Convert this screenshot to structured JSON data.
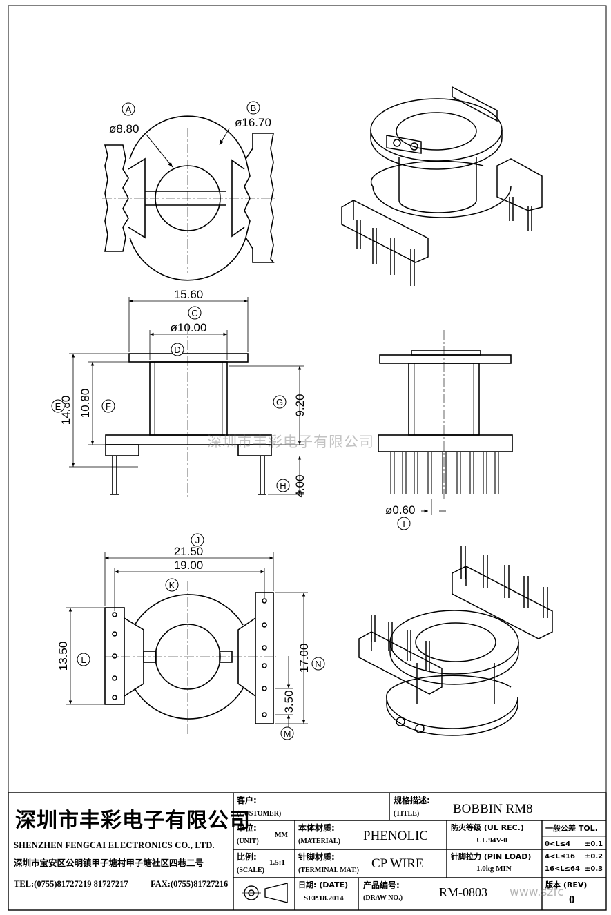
{
  "views": {
    "top": {
      "dim_a": "ø8.80",
      "dim_b": "ø16.70",
      "marker_a": "A",
      "marker_b": "B"
    },
    "front": {
      "width_outer": "15.60",
      "width_inner": "ø10.00",
      "height_total": "14.80",
      "height_inner": "10.80",
      "height_body": "9.20",
      "pin_length": "4.00",
      "marker_c": "C",
      "marker_d": "D",
      "marker_e": "E",
      "marker_f": "F",
      "marker_g": "G",
      "marker_h": "H"
    },
    "side": {
      "pin_dia": "ø0.60",
      "marker_i": "I"
    },
    "bottom": {
      "width_outer": "21.50",
      "width_inner": "19.00",
      "height_left": "13.50",
      "height_right": "17.00",
      "pitch": "3.50",
      "marker_j": "J",
      "marker_k": "K",
      "marker_l": "L",
      "marker_m": "M",
      "marker_n": "N"
    }
  },
  "watermark": "深圳市丰彩电子有限公司",
  "watermark_url": "www.szfc",
  "title_block": {
    "company_cn": "深圳市丰彩电子有限公司",
    "company_en": "SHENZHEN FENGCAI ELECTRONICS CO., LTD.",
    "address": "深圳市宝安区公明镇甲子塘村甲子塘社区四巷二号",
    "tel": "TEL:(0755)81727219  81727217",
    "fax": "FAX:(0755)81727216",
    "customer_label": "客户:",
    "customer_label_en": "(CUSTOMER)",
    "title_label": "规格描述:",
    "title_label_en": "(TITLE)",
    "title_value": "BOBBIN RM8",
    "unit_label": "单位:",
    "unit_label_en": "(UNIT)",
    "unit_value": "MM",
    "material_label": "本体材质:",
    "material_label_en": "(MATERIAL)",
    "material_value": "PHENOLIC",
    "fire_label": "防火等级 (UL REC.)",
    "fire_value": "UL 94V-0",
    "tol_label": "一般公差 TOL.",
    "tol_rows": [
      {
        "range": "0<L≤4",
        "value": "±0.1"
      },
      {
        "range": "4<L≤16",
        "value": "±0.2"
      },
      {
        "range": "16<L≤64",
        "value": "±0.3"
      }
    ],
    "scale_label": "比例:",
    "scale_label_en": "(SCALE)",
    "scale_value": "1.5:1",
    "terminal_label": "针脚材质:",
    "terminal_label_en": "(TERMINAL MAT.)",
    "terminal_value": "CP WIRE",
    "pin_load_label": "针脚拉力 (PIN LOAD)",
    "pin_load_value": "1.0kg MIN",
    "date_label": "日期: (DATE)",
    "date_value": "SEP.18.2014",
    "draw_no_label": "产品编号:",
    "draw_no_label_en": "(DRAW NO.)",
    "draw_no_value": "RM-0803",
    "rev_label": "版本 (REV)",
    "rev_value": "0"
  }
}
